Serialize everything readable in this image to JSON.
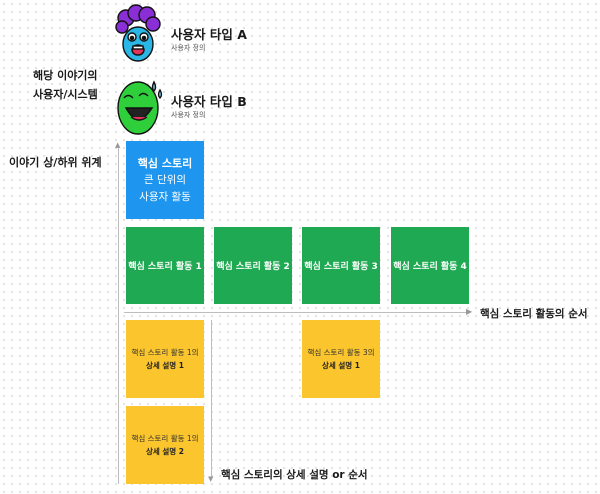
{
  "personas": [
    {
      "title": "사용자 타입 A",
      "subtitle": "사용자 정의",
      "icon": "purple-hair-blue-face-avatar"
    },
    {
      "title": "사용자 타입 B",
      "subtitle": "사용자 정의",
      "icon": "green-laughing-face-avatar"
    }
  ],
  "left_labels": {
    "system_line1": "해당 이야기의",
    "system_line2": "사용자/시스템",
    "hierarchy": "이야기 상/하위 위계"
  },
  "core_story": {
    "line1": "핵심 스토리",
    "line2": "큰 단위의",
    "line3": "사용자 활동"
  },
  "activities": [
    "핵심 스토리 활동 1",
    "핵심 스토리 활동 2",
    "핵심 스토리 활동 3",
    "핵심 스토리 활동 4"
  ],
  "details": [
    {
      "line1": "핵심 스토리 활동 1의",
      "line2": "상세 설명 1"
    },
    {
      "line1": "핵심 스토리 활동 3의",
      "line2": "상세 설명 1"
    },
    {
      "line1": "핵심 스토리 활동 1의",
      "line2": "상세 설명 2"
    }
  ],
  "axes": {
    "horizontal": "핵심 스토리 활동의 순서",
    "vertical": "핵심 스토리의 상세 설명 or 순서"
  },
  "colors": {
    "blue": "#1e96f0",
    "green": "#1ea952",
    "yellow": "#fbc52d"
  }
}
